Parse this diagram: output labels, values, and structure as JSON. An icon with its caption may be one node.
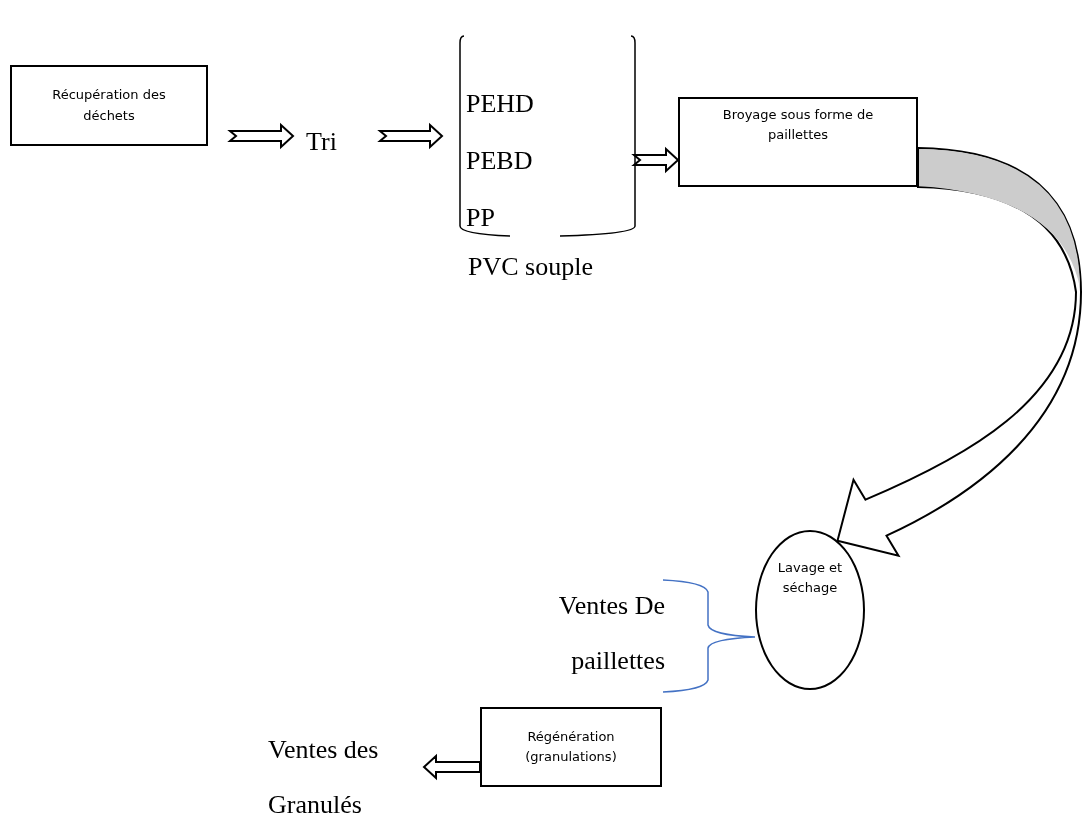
{
  "diagram": {
    "nodes": [
      {
        "text": [
          "Récupération des déchets"
        ]
      },
      {
        "text": [
          "Tri"
        ]
      },
      {
        "text": [
          "PEHD",
          "PEBD",
          "PP"
        ],
        "beside": [
          "PVC souple"
        ]
      },
      {
        "text": [
          "Broyage sous forme de paillettes"
        ]
      },
      {
        "text": [
          "Lavage et séchage"
        ]
      },
      {
        "text": [
          "Régénération (granulations)"
        ]
      },
      {
        "text": [
          "Ventes des Granulés"
        ]
      }
    ],
    "edges": [
      {
        "from": 0,
        "to": 1,
        "arrow": "to"
      },
      {
        "from": 1,
        "to": 2,
        "arrow": "to"
      },
      {
        "from": 2,
        "to": 3,
        "arrow": "to"
      },
      {
        "from": 3,
        "to": 4,
        "arrow": "to"
      },
      {
        "from": 5,
        "to": 6,
        "arrow": "to"
      }
    ],
    "labels": [
      "Ventes De paillettes"
    ]
  }
}
